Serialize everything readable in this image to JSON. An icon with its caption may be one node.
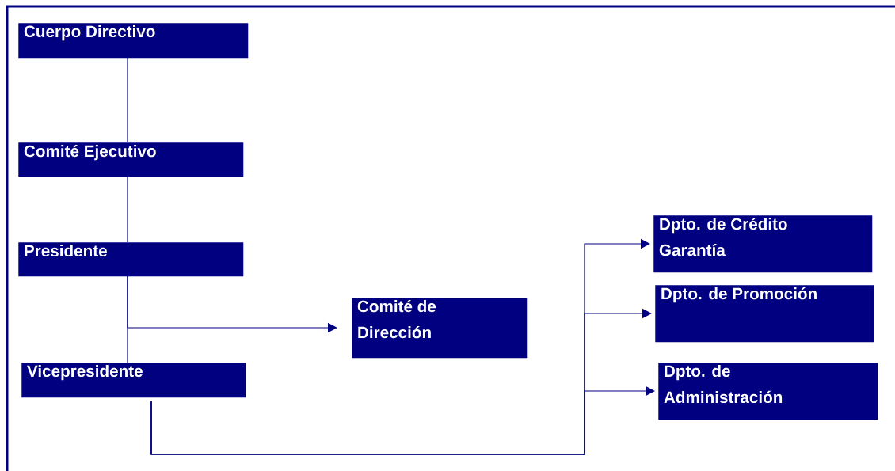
{
  "diagram": {
    "nodes": [
      {
        "text": [
          "Cuerpo Directivo"
        ]
      },
      {
        "text": [
          "Comité Ejecutivo"
        ]
      },
      {
        "text": [
          "Presidente"
        ]
      },
      {
        "text": [
          "Vicepresidente"
        ]
      },
      {
        "text": [
          "Comité de Dirección"
        ]
      },
      {
        "text": [
          "Dpto. de Crédito Garantía"
        ]
      },
      {
        "text": [
          "Dpto. de Promoción"
        ]
      },
      {
        "text": [
          "Dpto. de Administración"
        ]
      }
    ],
    "edges": [
      {
        "from": 0,
        "to": 1,
        "arrow": "none"
      },
      {
        "from": 1,
        "to": 2,
        "arrow": "none"
      },
      {
        "from": 2,
        "to": 3,
        "arrow": "none"
      },
      {
        "from": 2,
        "to": 4,
        "arrow": "to"
      },
      {
        "from": 3,
        "to": 5,
        "arrow": "to"
      },
      {
        "from": 3,
        "to": 6,
        "arrow": "to"
      },
      {
        "from": 3,
        "to": 7,
        "arrow": "to"
      }
    ]
  }
}
